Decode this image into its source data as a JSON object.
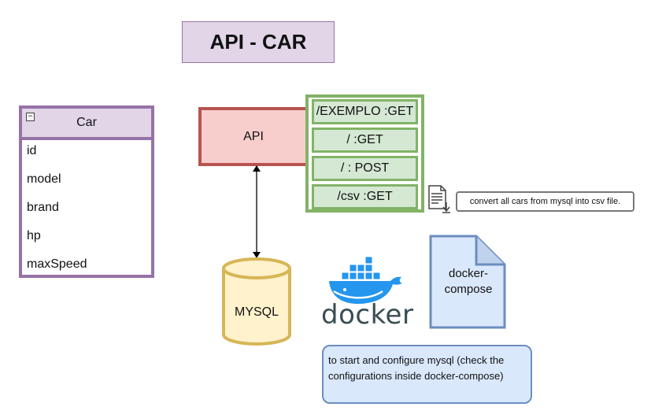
{
  "title": "API - CAR",
  "class_box": {
    "name": "Car",
    "collapse_symbol": "−",
    "attributes": [
      "id",
      "model",
      "brand",
      "hp",
      "maxSpeed"
    ]
  },
  "api": {
    "label": "API"
  },
  "endpoints": [
    "/EXEMPLO :GET",
    "/ :GET",
    "/ : POST",
    "/csv :GET"
  ],
  "csv_note": "convert all cars from mysql into csv file.",
  "database": {
    "label": "MYSQL"
  },
  "docker": {
    "logo_text": "docker",
    "document_label": "docker-\ncompose",
    "note": "to start and configure mysql (check the configurations inside docker-compose)"
  },
  "colors": {
    "purple_fill": "#e1d5e7",
    "purple_stroke": "#9673a6",
    "red_fill": "#f8cecc",
    "red_stroke": "#b85450",
    "green_fill": "#d5e8d4",
    "green_stroke": "#82b366",
    "yellow_fill": "#fff2cc",
    "yellow_stroke": "#d6b656",
    "blue_fill": "#dae8fc",
    "blue_stroke": "#6c8ebf",
    "docker_blue": "#2496ed"
  },
  "icons": [
    "csv-file-download-icon",
    "docker-whale-icon",
    "collapse-icon"
  ]
}
